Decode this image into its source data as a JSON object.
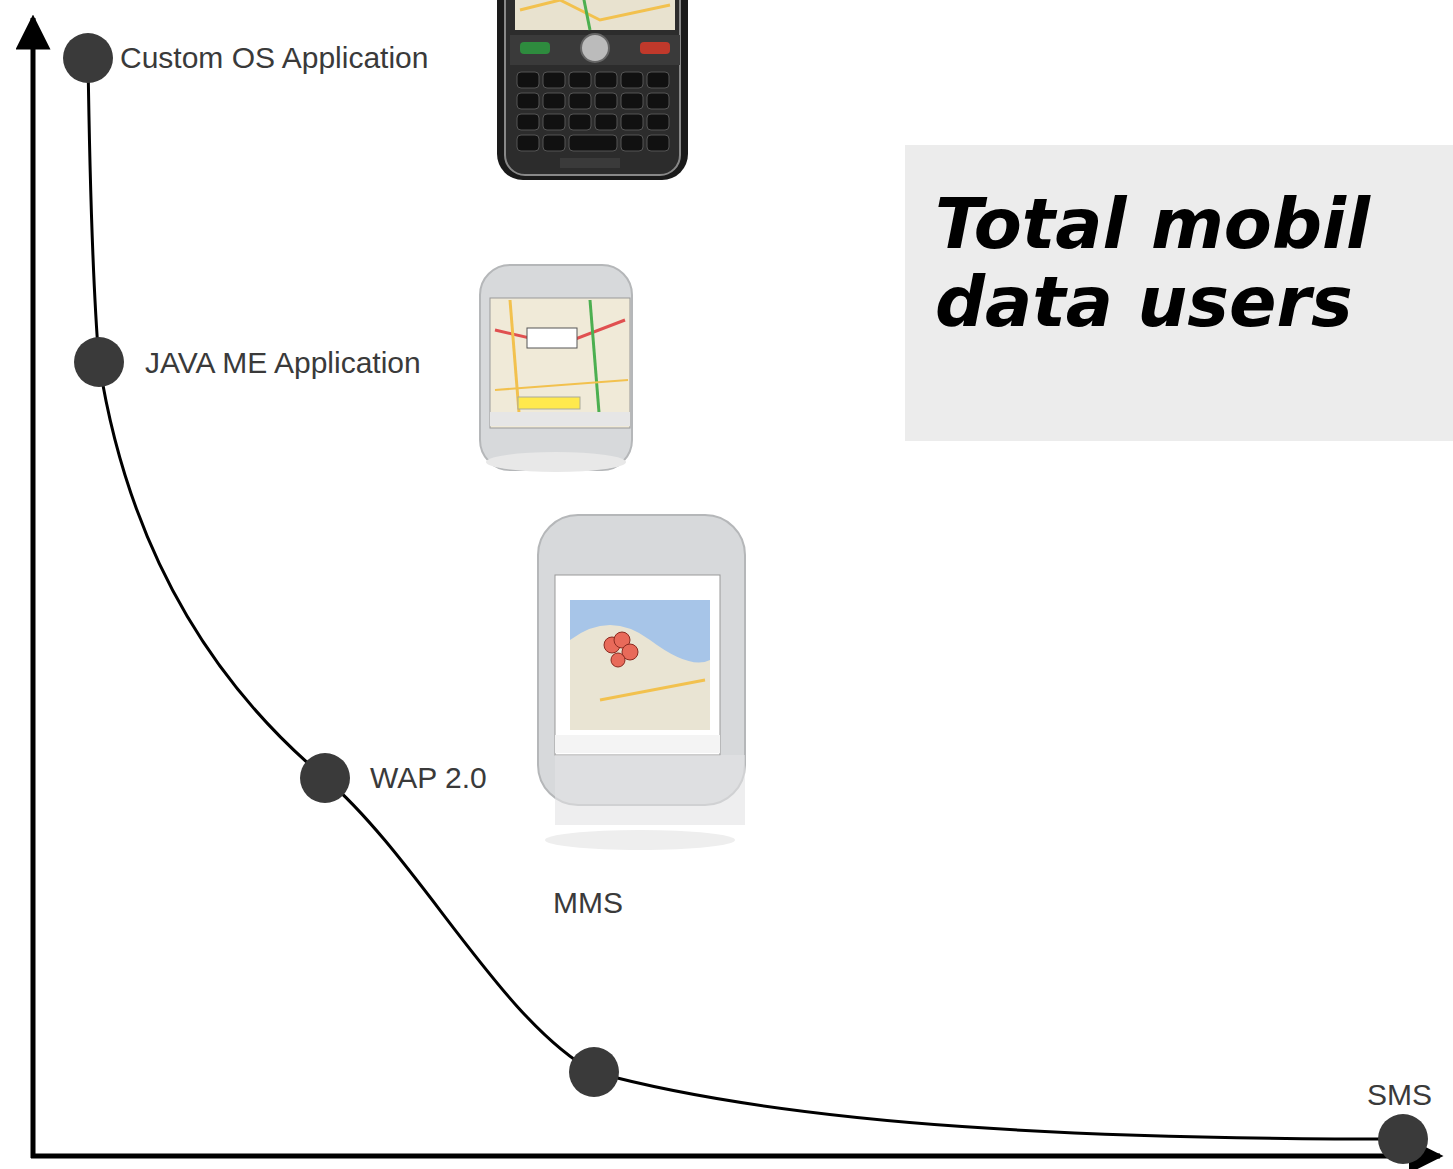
{
  "diagram": {
    "nodes": [
      {
        "text": [
          "Total mobil data users"
        ]
      }
    ],
    "labels": [
      "Custom OS Application",
      "JAVA ME Application",
      "WAP 2.0",
      "MMS",
      "SMS"
    ]
  }
}
